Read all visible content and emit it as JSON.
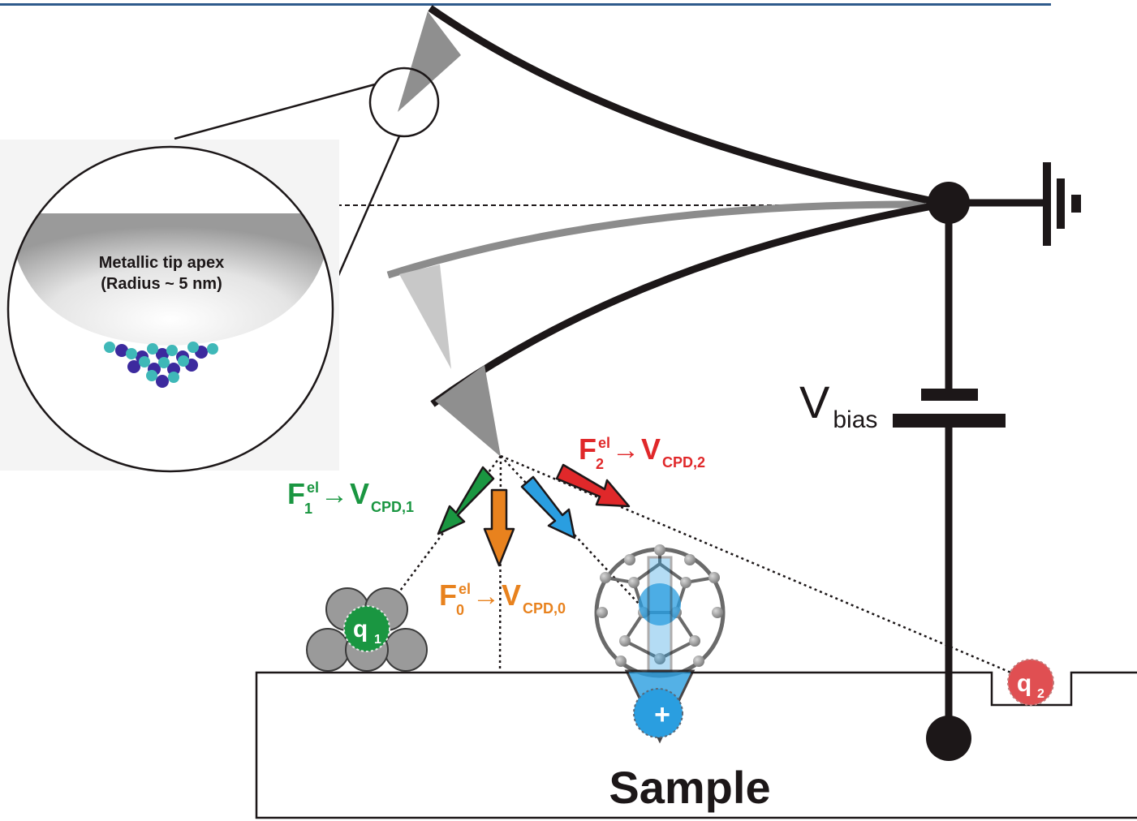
{
  "inset": {
    "title_line1": "Metallic tip apex",
    "title_line2": "(Radius ~ 5 nm)"
  },
  "labels": {
    "bias": {
      "main": "V",
      "sub": "bias"
    },
    "sample": "Sample",
    "charge_1": {
      "main": "q",
      "sub": "1"
    },
    "charge_2": {
      "main": "q",
      "sub": "2"
    },
    "plus": "+"
  },
  "forces": [
    {
      "f_sub": "1",
      "f_sup": "el",
      "arrow": "→",
      "v": "V",
      "v_sub": "CPD,1",
      "color": "#1a9641"
    },
    {
      "f_sub": "0",
      "f_sup": "el",
      "arrow": "→",
      "v": "V",
      "v_sub": "CPD,0",
      "color": "#e8821e"
    },
    {
      "f_sub": "2",
      "f_sup": "el",
      "arrow": "→",
      "v": "V",
      "v_sub": "CPD,2",
      "color": "#e0282a"
    }
  ],
  "colors": {
    "header_line": "#2e5a8c",
    "blue_arrow": "#2a9ee0",
    "green": "#1a9641",
    "orange": "#e8821e",
    "red": "#e0282a",
    "cantilever": "#1c1718",
    "tip_gray": "#8c8c8c"
  }
}
